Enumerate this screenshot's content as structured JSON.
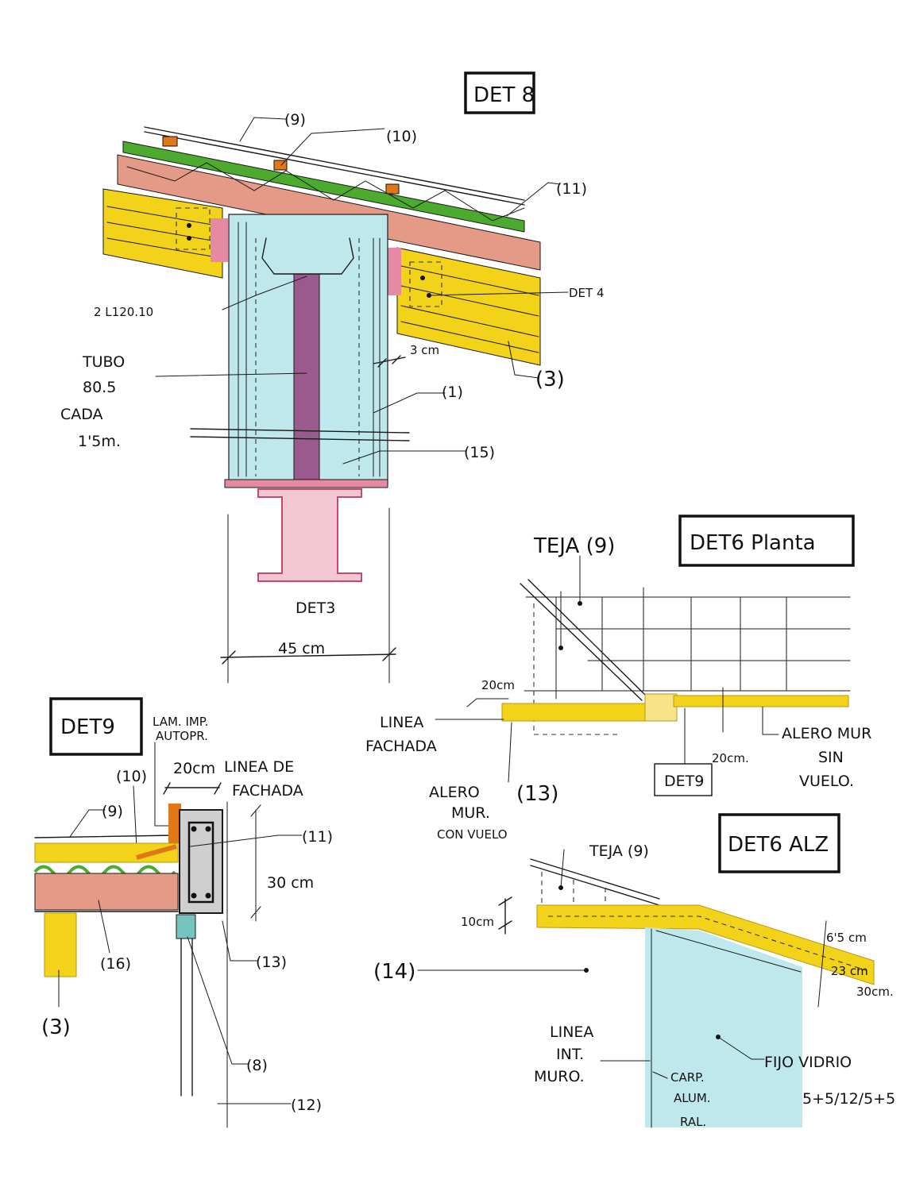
{
  "colors": {
    "yellow": "#f3d21a",
    "yellow_dark": "#d9a90c",
    "salmon": "#e49a86",
    "green": "#4caa2e",
    "cyan": "#bfe8ec",
    "purple": "#9a5a8e",
    "pink": "#e58aa2",
    "orange": "#e07818",
    "grey": "#b8b8b8"
  },
  "det8": {
    "title": "DET 8",
    "tags": {
      "t9": "(9)",
      "t10": "(10)",
      "t11": "(11)",
      "det4": "DET 4",
      "t3": "(3)",
      "t1": "(1)",
      "t15": "(15)"
    },
    "profile": "2 L120.10",
    "tube_l1": "TUBO",
    "tube_l2": "80.5",
    "tube_l3": "CADA",
    "tube_l4": "1'5m.",
    "dim_3cm": "3 cm",
    "det3": "DET3",
    "dim_45": "45 cm"
  },
  "det9": {
    "title": "DET9",
    "lam_l1": "LAM. IMP.",
    "lam_l2": "AUTOPR.",
    "t10": "(10)",
    "t9": "(9)",
    "dim_20": "20cm",
    "linea_l1": "LINEA DE",
    "linea_l2": "FACHADA",
    "t11": "(11)",
    "dim_30": "30 cm",
    "t16": "(16)",
    "t13": "(13)",
    "t3": "(3)",
    "t8": "(8)",
    "t12": "(12)"
  },
  "det6p": {
    "title": "DET6 Planta",
    "teja": "TEJA (9)",
    "dim_20a": "20cm",
    "linea_l1": "LINEA",
    "linea_l2": "FACHADA",
    "aleromur_l1": "ALERO",
    "aleromur_l2": "MUR.",
    "aleromur_l3": "CON VUELO",
    "t13": "(13)",
    "det9": "DET9",
    "dim_20b": "20cm.",
    "sin_l1": "ALERO MUR",
    "sin_l2": "SIN",
    "sin_l3": "VUELO."
  },
  "det6a": {
    "title": "DET6 ALZ",
    "teja": "TEJA (9)",
    "dim_10": "10cm",
    "t14": "(14)",
    "dim_65": "6'5 cm",
    "dim_23": "23 cm",
    "dim_30": "30cm.",
    "linea_l1": "LINEA",
    "linea_l2": "INT.",
    "linea_l3": "MURO.",
    "carp_l1": "CARP.",
    "carp_l2": "ALUM.",
    "carp_l3": "RAL.",
    "fijo": "FIJO VIDRIO",
    "vidrio": "5+5/12/5+5"
  }
}
